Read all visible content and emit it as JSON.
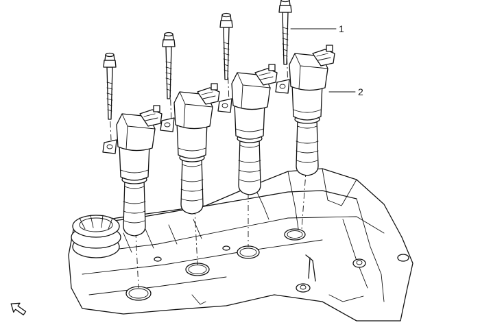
{
  "callouts": [
    {
      "number": "1",
      "part": "bolt"
    },
    {
      "number": "2",
      "part": "ignition-coil"
    }
  ],
  "icons": {
    "view_direction": "arrow-icon"
  },
  "colors": {
    "line": "#111111",
    "background": "#ffffff"
  }
}
